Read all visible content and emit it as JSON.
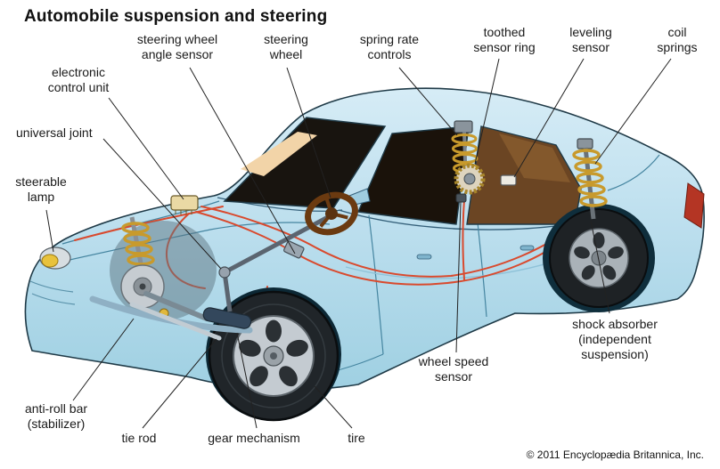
{
  "title": "Automobile suspension and steering",
  "copyright": "© 2011 Encyclopædia Britannica, Inc.",
  "colors": {
    "body_blue": "#b7dcec",
    "wiring_red": "#d94a2e",
    "spring_yellow": "#c89a2c",
    "label_text": "#1a1a1a"
  },
  "labels": [
    {
      "id": "steering-wheel-angle-sensor",
      "text": "steering wheel\nangle sensor"
    },
    {
      "id": "steering-wheel",
      "text": "steering\nwheel"
    },
    {
      "id": "spring-rate-controls",
      "text": "spring rate\ncontrols"
    },
    {
      "id": "toothed-sensor-ring",
      "text": "toothed\nsensor ring"
    },
    {
      "id": "leveling-sensor",
      "text": "leveling\nsensor"
    },
    {
      "id": "coil-springs",
      "text": "coil\nsprings"
    },
    {
      "id": "electronic-control-unit",
      "text": "electronic\ncontrol unit"
    },
    {
      "id": "universal-joint",
      "text": "universal joint"
    },
    {
      "id": "steerable-lamp",
      "text": "steerable\nlamp"
    },
    {
      "id": "shock-absorber",
      "text": "shock absorber\n(independent suspension)"
    },
    {
      "id": "wheel-speed-sensor",
      "text": "wheel speed\nsensor"
    },
    {
      "id": "anti-roll-bar",
      "text": "anti-roll bar\n(stabilizer)"
    },
    {
      "id": "tie-rod",
      "text": "tie rod"
    },
    {
      "id": "gear-mechanism",
      "text": "gear mechanism"
    },
    {
      "id": "tire",
      "text": "tire"
    }
  ]
}
